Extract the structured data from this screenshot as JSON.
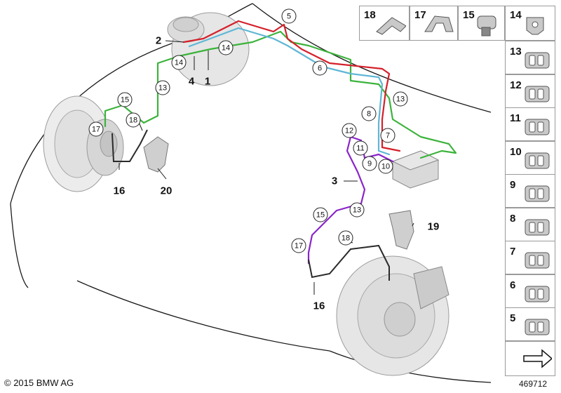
{
  "colors": {
    "line_red": "#d4202a",
    "line_blue": "#5fb7d6",
    "line_green": "#3cb33c",
    "line_purple": "#8a25c9",
    "outline": "#1a1a1a",
    "part_gray": "#c9c9c9"
  },
  "callouts": [
    {
      "id": "c5",
      "label": "5"
    },
    {
      "id": "c14a",
      "label": "14"
    },
    {
      "id": "c14b",
      "label": "14"
    },
    {
      "id": "c6",
      "label": "6"
    },
    {
      "id": "c13a",
      "label": "13"
    },
    {
      "id": "c13b",
      "label": "13"
    },
    {
      "id": "c15a",
      "label": "15"
    },
    {
      "id": "c18a",
      "label": "18"
    },
    {
      "id": "c17a",
      "label": "17"
    },
    {
      "id": "c8",
      "label": "8"
    },
    {
      "id": "c12",
      "label": "12"
    },
    {
      "id": "c7",
      "label": "7"
    },
    {
      "id": "c11",
      "label": "11"
    },
    {
      "id": "c9",
      "label": "9"
    },
    {
      "id": "c10",
      "label": "10"
    },
    {
      "id": "c15b",
      "label": "15"
    },
    {
      "id": "c13c",
      "label": "13"
    },
    {
      "id": "c18b",
      "label": "18"
    },
    {
      "id": "c17b",
      "label": "17"
    }
  ],
  "bold_labels": [
    {
      "id": "b2",
      "label": "2"
    },
    {
      "id": "b4",
      "label": "4"
    },
    {
      "id": "b1",
      "label": "1"
    },
    {
      "id": "b16a",
      "label": "16"
    },
    {
      "id": "b20",
      "label": "20"
    },
    {
      "id": "b3",
      "label": "3"
    },
    {
      "id": "b19",
      "label": "19"
    },
    {
      "id": "b16b",
      "label": "16"
    }
  ],
  "parts_top": [
    {
      "num": "18",
      "icon": "clip-bracket-icon"
    },
    {
      "num": "17",
      "icon": "spring-clip-icon"
    },
    {
      "num": "15",
      "icon": "pipe-clip-icon"
    },
    {
      "num": "14",
      "icon": "holder-clip-icon"
    }
  ],
  "parts_side": [
    {
      "num": "13",
      "icon": "double-holder-icon"
    },
    {
      "num": "12",
      "icon": "multi-holder-icon"
    },
    {
      "num": "11",
      "icon": "bracket-holder-icon"
    },
    {
      "num": "10",
      "icon": "comb-holder-icon"
    },
    {
      "num": "9",
      "icon": "strip-holder-icon"
    },
    {
      "num": "8",
      "icon": "clip-holder-icon"
    },
    {
      "num": "7",
      "icon": "twin-clip-icon"
    },
    {
      "num": "6",
      "icon": "pipe-holder-icon"
    },
    {
      "num": "5",
      "icon": "block-holder-icon"
    },
    {
      "num": "",
      "icon": "arrow-icon"
    }
  ],
  "footer": {
    "copyright": "© 2015 BMW AG",
    "doc_number": "469712"
  }
}
